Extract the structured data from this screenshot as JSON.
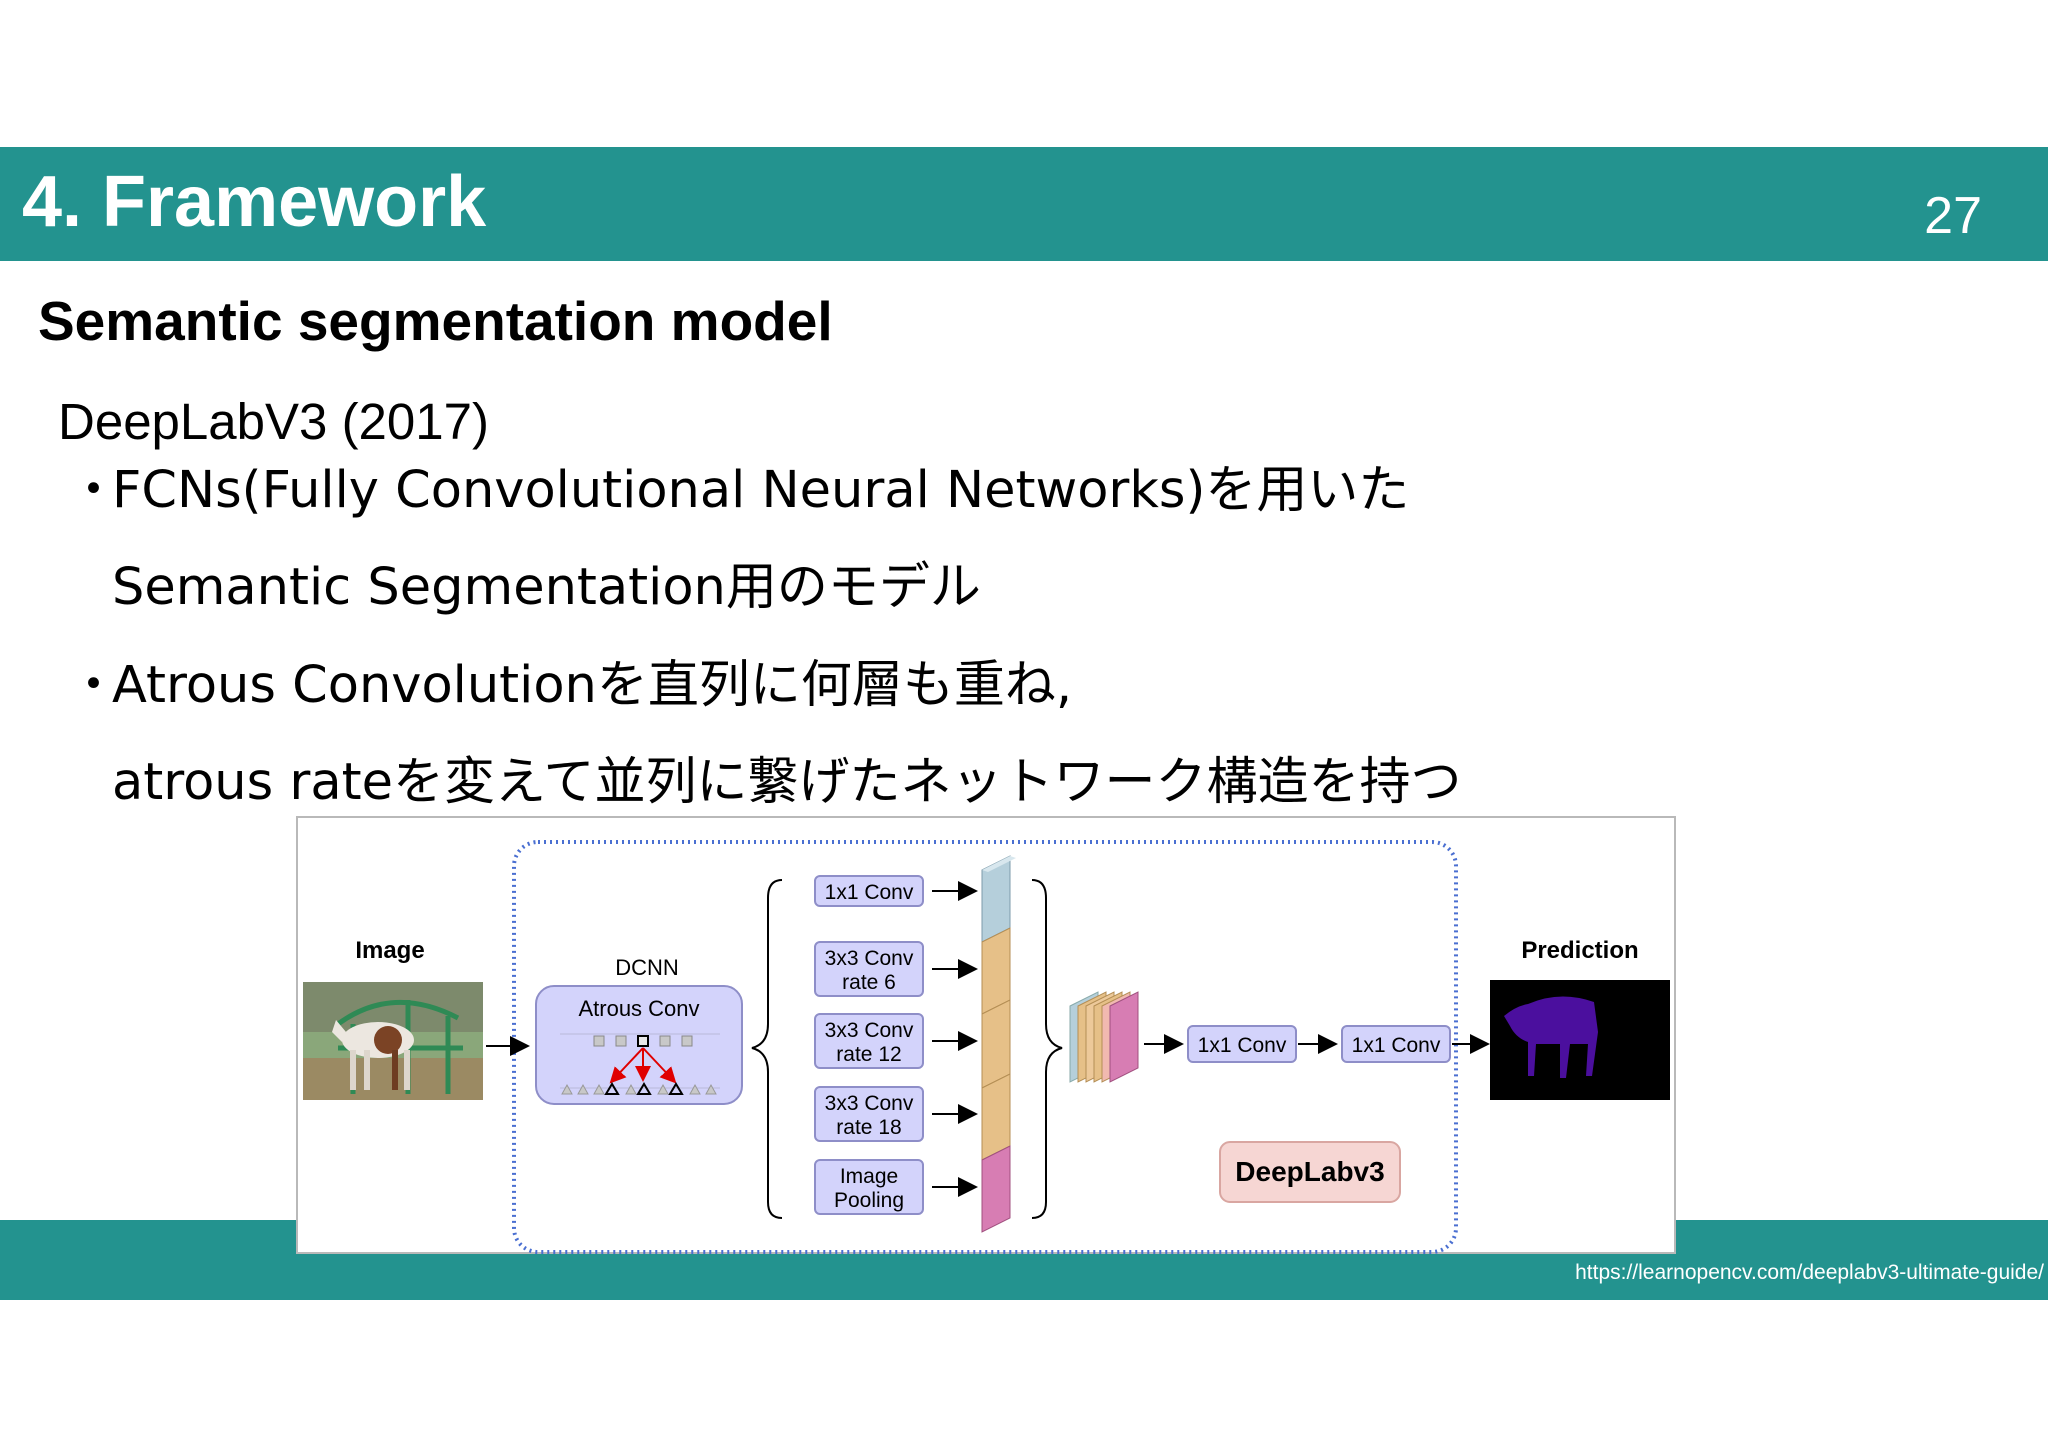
{
  "header": {
    "title": "4. Framework",
    "page_number": "27"
  },
  "subtitle": "Semantic segmentation model",
  "body": {
    "model_heading": "DeepLabV3 (2017)",
    "bullet_symbol": "・",
    "bullet1_line1": "FCNs(Fully Convolutional Neural Networks)を用いた",
    "bullet1_line2": "Semantic Segmentation用のモデル",
    "bullet2_line1": "Atrous Convolutionを直列に何層も重ね,",
    "bullet2_line2": "atrous rateを変えて並列に繋げたネットワーク構造を持つ"
  },
  "diagram": {
    "image_label": "Image",
    "dcnn_label": "DCNN",
    "atrous_conv_label": "Atrous Conv",
    "branches": [
      {
        "line1": "1x1 Conv",
        "line2": ""
      },
      {
        "line1": "3x3 Conv",
        "line2": "rate 6"
      },
      {
        "line1": "3x3 Conv",
        "line2": "rate 12"
      },
      {
        "line1": "3x3 Conv",
        "line2": "rate 18"
      },
      {
        "line1": "Image",
        "line2": "Pooling"
      }
    ],
    "conv1_label": "1x1 Conv",
    "conv2_label": "1x1 Conv",
    "model_badge": "DeepLabv3",
    "prediction_label": "Prediction"
  },
  "colors": {
    "teal": "#23938f",
    "box_fill": "#d3d3fb",
    "box_stroke": "#8e8ec8",
    "block_blue": "#b5cfdb",
    "block_orange": "#e6c088",
    "block_pink": "#d77db3",
    "prediction_bg": "#000000",
    "prediction_mask": "#4b0f9e",
    "badge_fill": "#f6d6d3"
  },
  "source": "https://learnopencv.com/deeplabv3-ultimate-guide/"
}
